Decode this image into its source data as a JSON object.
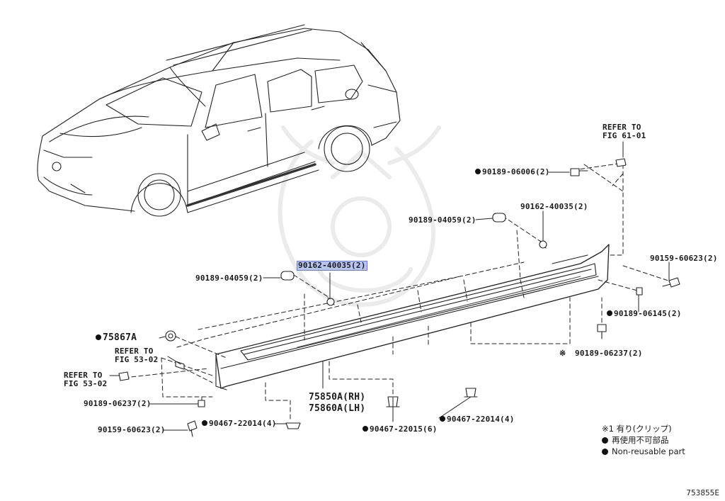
{
  "diagram": {
    "parts": {
      "p_90162_40035_hl": "90162-40035(2)",
      "p_90162_40035": "90162-40035(2)",
      "p_90189_04059_a": "90189-04059(2)",
      "p_90189_04059_b": "90189-04059(2)",
      "p_90189_06006": "90189-06006(2)",
      "p_90159_60623_a": "90159-60623(2)",
      "p_90159_60623_b": "90159-60623(2)",
      "p_90189_06145": "90189-06145(2)",
      "p_90189_06237_a": "90189-06237(2)",
      "p_90189_06237_b": "90189-06237(2)",
      "p_75867a": "75867A",
      "p_75850a": "75850A(RH)",
      "p_75860a": "75860A(LH)",
      "p_90467_22014_a": "90467-22014(4)",
      "p_90467_22014_b": "90467-22014(4)",
      "p_90467_22015": "90467-22015(6)"
    },
    "refs": {
      "refer_to": "REFER TO",
      "fig_61_01": "FIG 61-01",
      "fig_53_02_a": "FIG 53-02",
      "fig_53_02_b": "FIG 53-02",
      "asterisk_mark": "※"
    },
    "legend": {
      "clip_note": "※1 有り(クリップ)",
      "non_reusable_jp": "再使用不可部品",
      "non_reusable_en": "Non-reusable part"
    },
    "figure_code": "753855E"
  }
}
